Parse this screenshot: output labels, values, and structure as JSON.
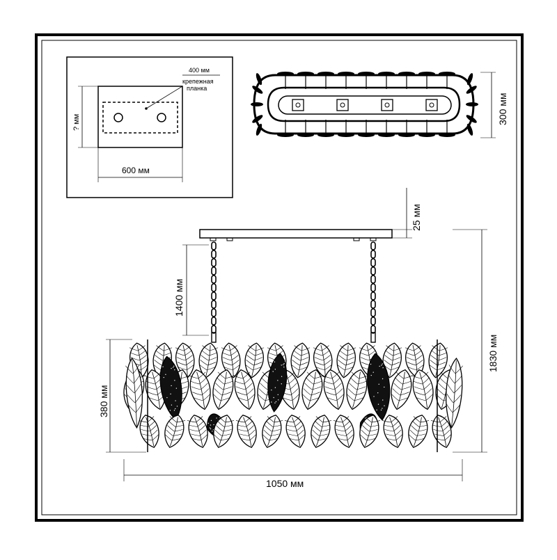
{
  "mount_plate": {
    "width_label": "600 мм",
    "height_label": "? мм",
    "bracket_label": "400 мм",
    "bracket_caption_line1": "крепежная",
    "bracket_caption_line2": "планка"
  },
  "top_view": {
    "depth_label": "300 мм"
  },
  "front_view": {
    "canopy_label": "25 мм",
    "chain_label": "1400 мм",
    "total_height_label": "1830 мм",
    "shade_height_label": "380 мм",
    "width_label": "1050 мм"
  }
}
